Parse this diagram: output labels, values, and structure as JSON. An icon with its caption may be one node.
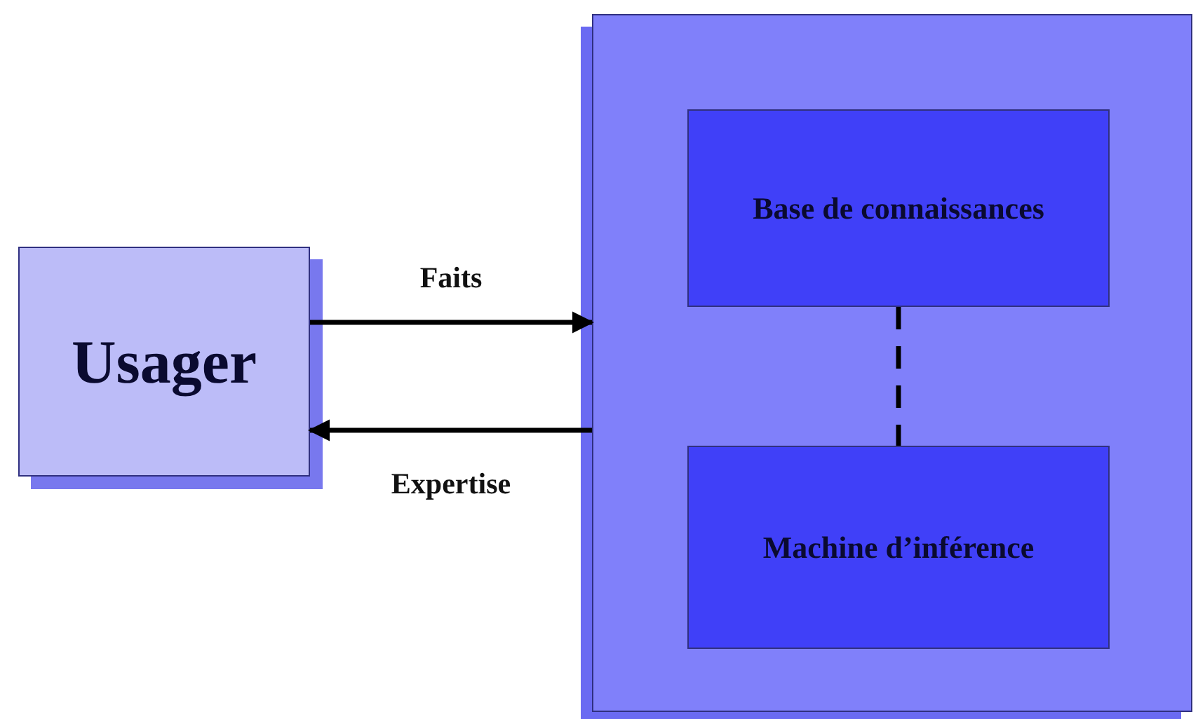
{
  "diagram": {
    "nodes": [
      {
        "text": [
          "Usager"
        ]
      },
      {
        "text": [],
        "shape": "box"
      },
      {
        "text": [
          "Base de connaissances"
        ],
        "in": 1
      },
      {
        "text": [
          "Machine d’inférence"
        ],
        "in": 1
      }
    ],
    "edges": [
      {
        "from": 0,
        "to": 1,
        "label": "Faits",
        "arrow": "to"
      },
      {
        "from": 1,
        "to": 0,
        "label": "Expertise",
        "arrow": "to"
      },
      {
        "from": 2,
        "to": 3,
        "arrow": "none",
        "style": "dashed"
      }
    ]
  }
}
